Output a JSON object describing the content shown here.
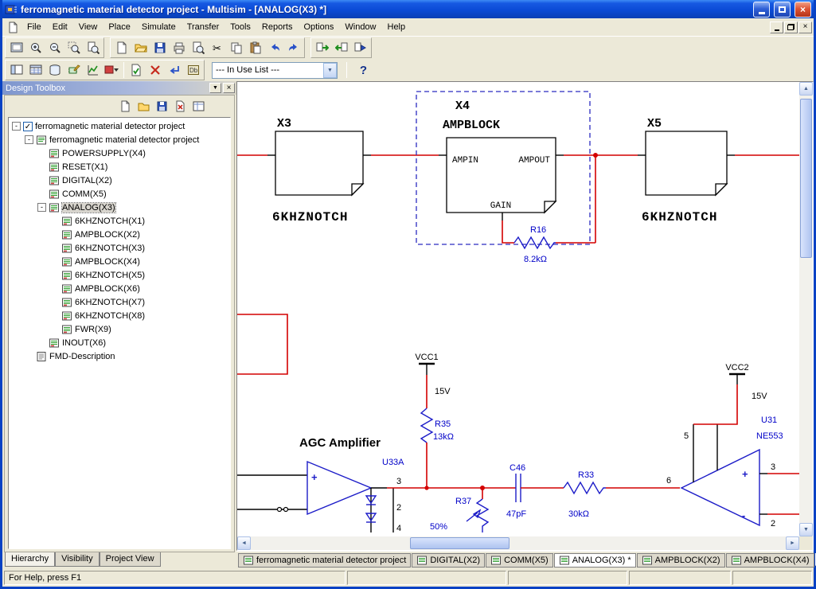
{
  "window": {
    "title": "ferromagnetic material detector project - Multisim - [ANALOG(X3) *]"
  },
  "menu_bar": {
    "items": [
      "File",
      "Edit",
      "View",
      "Place",
      "Simulate",
      "Transfer",
      "Tools",
      "Reports",
      "Options",
      "Window",
      "Help"
    ]
  },
  "toolbars": {
    "in_use_list": "--- In Use List ---"
  },
  "design_toolbox": {
    "title": "Design Toolbox",
    "tree": {
      "items": [
        {
          "label": "ferromagnetic material detector project"
        },
        {
          "label": "ferromagnetic material detector project"
        },
        {
          "label": "POWERSUPPLY(X4)"
        },
        {
          "label": "RESET(X1)"
        },
        {
          "label": "DIGITAL(X2)"
        },
        {
          "label": "COMM(X5)"
        },
        {
          "label": "ANALOG(X3)"
        },
        {
          "label": "6KHZNOTCH(X1)"
        },
        {
          "label": "AMPBLOCK(X2)"
        },
        {
          "label": "6KHZNOTCH(X3)"
        },
        {
          "label": "AMPBLOCK(X4)"
        },
        {
          "label": "6KHZNOTCH(X5)"
        },
        {
          "label": "AMPBLOCK(X6)"
        },
        {
          "label": "6KHZNOTCH(X7)"
        },
        {
          "label": "6KHZNOTCH(X8)"
        },
        {
          "label": "FWR(X9)"
        },
        {
          "label": "INOUT(X6)"
        },
        {
          "label": "FMD-Description"
        }
      ]
    },
    "tabs": [
      {
        "label": "Hierarchy"
      },
      {
        "label": "Visibility"
      },
      {
        "label": "Project View"
      }
    ]
  },
  "schematic": {
    "annotation": "AGC Amplifier",
    "blocks": {
      "x3": {
        "ref": "X3",
        "name": "6KHZNOTCH"
      },
      "x4": {
        "ref": "X4",
        "name": "AMPBLOCK",
        "pin_in": "AMPIN",
        "pin_out": "AMPOUT",
        "pin_gain": "GAIN"
      },
      "x5": {
        "ref": "X5",
        "name": "6KHZNOTCH"
      }
    },
    "parts": {
      "r16": {
        "ref": "R16",
        "value": "8.2kΩ"
      },
      "vcc1": {
        "ref": "VCC1",
        "value": "15V"
      },
      "r35": {
        "ref": "R35",
        "value": "13kΩ"
      },
      "u33a": {
        "ref": "U33A"
      },
      "r37": {
        "ref": "R37",
        "value": "50%"
      },
      "c46": {
        "ref": "C46",
        "value": "47pF"
      },
      "r33": {
        "ref": "R33",
        "value": "30kΩ"
      },
      "vcc2": {
        "ref": "VCC2",
        "value": "15V"
      },
      "u31": {
        "ref": "U31",
        "device": "NE553"
      }
    },
    "pins": {
      "u33a_3": "3",
      "u33a_2": "2",
      "u33a_4": "4",
      "u31_5": "5",
      "u31_6": "6",
      "u31_3": "3",
      "u31_2": "2",
      "plus": "+",
      "minus": "-"
    }
  },
  "document_tabs": [
    {
      "label": "ferromagnetic material detector project"
    },
    {
      "label": "DIGITAL(X2)"
    },
    {
      "label": "COMM(X5)"
    },
    {
      "label": "ANALOG(X3) *"
    },
    {
      "label": "AMPBLOCK(X2)"
    },
    {
      "label": "AMPBLOCK(X4)"
    }
  ],
  "status_bar": {
    "message": "For Help, press F1"
  },
  "icons": {
    "close": "×",
    "dropdown": "▼",
    "help": "?",
    "scroll_up": "▲",
    "scroll_down": "▼",
    "scroll_left": "◄",
    "scroll_right": "►",
    "cut": "✂",
    "check": "✓",
    "collapse": "-"
  }
}
